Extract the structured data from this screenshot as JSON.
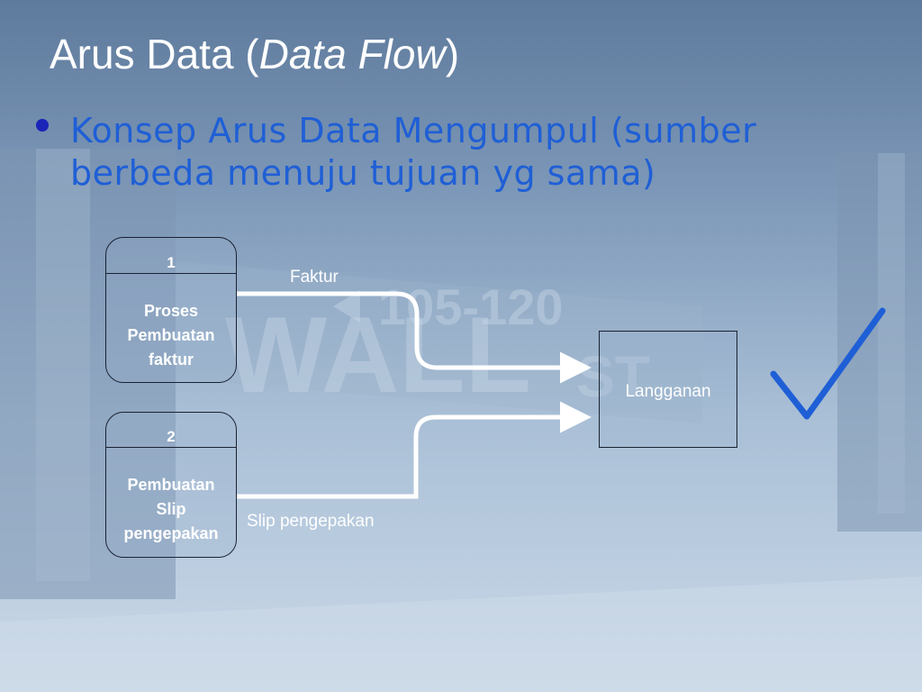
{
  "slide": {
    "title_plain": "Arus Data (",
    "title_italic": "Data Flow",
    "title_close": ")",
    "bullet": "Konsep Arus Data Mengumpul (sumber berbeda menuju tujuan yg sama)"
  },
  "background": {
    "sign_number": "105-120",
    "sign_word": "WALL",
    "sign_suffix": "ST"
  },
  "diagram": {
    "processes": [
      {
        "number": "1",
        "lines": [
          "Proses",
          "Pembuatan",
          "faktur"
        ]
      },
      {
        "number": "2",
        "lines": [
          "Pembuatan",
          "Slip",
          "pengepakan"
        ]
      }
    ],
    "entity": {
      "label": "Langganan"
    },
    "flows": [
      {
        "label": "Faktur"
      },
      {
        "label": "Slip pengepakan"
      }
    ]
  },
  "colors": {
    "bullet_text": "#1f5fd6",
    "checkmark": "#1f5fd6",
    "flow_line": "#ffffff"
  },
  "icons": {
    "checkmark": "checkmark-icon"
  }
}
